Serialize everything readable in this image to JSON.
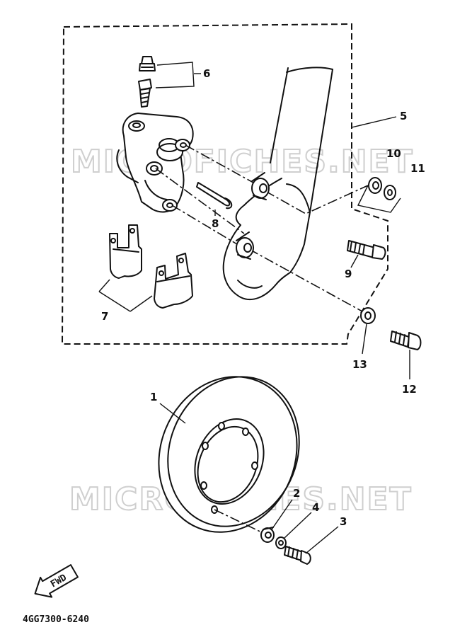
{
  "watermark": "MICROFICHES.NET",
  "part_code": "4GG7300-6240",
  "fwd_label": "FWD",
  "callouts": {
    "p1": "1",
    "p2": "2",
    "p3": "3",
    "p4": "4",
    "p5": "5",
    "p6": "6",
    "p7": "7",
    "p8": "8",
    "p9": "9",
    "p10": "10",
    "p11": "11",
    "p12": "12",
    "p13": "13"
  },
  "colors": {
    "ink": "#111111",
    "watermark": "#cfcfcf",
    "background": "#ffffff"
  }
}
